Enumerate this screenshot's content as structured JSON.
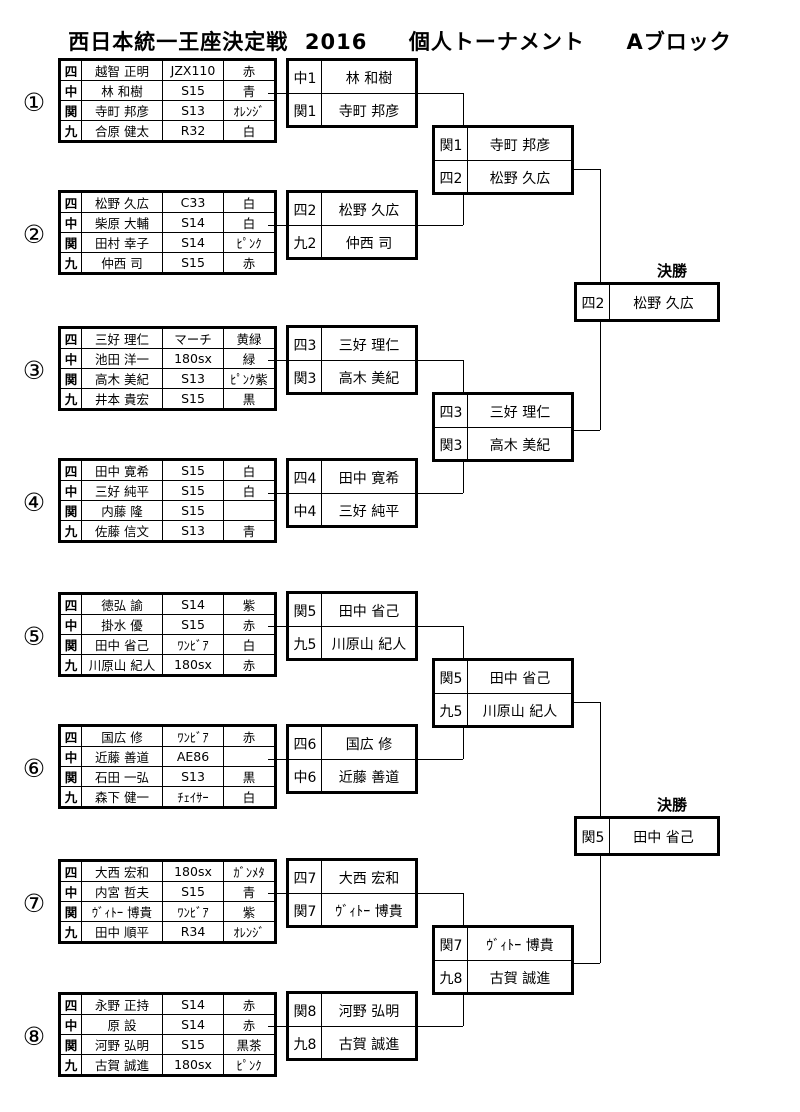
{
  "title": "西日本統一王座決定戦  2016     個人トーナメント     Aブロック",
  "groups": [
    {
      "number": "①",
      "entries": [
        {
          "region": "四",
          "name": "越智 正明",
          "car": "JZX110",
          "color": "赤"
        },
        {
          "region": "中",
          "name": "林 和樹",
          "car": "S15",
          "color": "青"
        },
        {
          "region": "関",
          "name": "寺町 邦彦",
          "car": "S13",
          "color": "ｵﾚﾝｼﾞ"
        },
        {
          "region": "九",
          "name": "合原 健太",
          "car": "R32",
          "color": "白"
        }
      ]
    },
    {
      "number": "②",
      "entries": [
        {
          "region": "四",
          "name": "松野 久広",
          "car": "C33",
          "color": "白"
        },
        {
          "region": "中",
          "name": "柴原 大輔",
          "car": "S14",
          "color": "白"
        },
        {
          "region": "関",
          "name": "田村 幸子",
          "car": "S14",
          "color": "ﾋﾟﾝｸ"
        },
        {
          "region": "九",
          "name": "仲西 司",
          "car": "S15",
          "color": "赤"
        }
      ]
    },
    {
      "number": "③",
      "entries": [
        {
          "region": "四",
          "name": "三好 理仁",
          "car": "マーチ",
          "color": "黄緑"
        },
        {
          "region": "中",
          "name": "池田 洋一",
          "car": "180sx",
          "color": "緑"
        },
        {
          "region": "関",
          "name": "高木 美紀",
          "car": "S13",
          "color": "ﾋﾟﾝｸ紫"
        },
        {
          "region": "九",
          "name": "井本 貴宏",
          "car": "S15",
          "color": "黒"
        }
      ]
    },
    {
      "number": "④",
      "entries": [
        {
          "region": "四",
          "name": "田中 寛希",
          "car": "S15",
          "color": "白"
        },
        {
          "region": "中",
          "name": "三好 純平",
          "car": "S15",
          "color": "白"
        },
        {
          "region": "関",
          "name": "内藤 隆",
          "car": "S15",
          "color": ""
        },
        {
          "region": "九",
          "name": "佐藤 信文",
          "car": "S13",
          "color": "青"
        }
      ]
    },
    {
      "number": "⑤",
      "entries": [
        {
          "region": "四",
          "name": "徳弘 諭",
          "car": "S14",
          "color": "紫"
        },
        {
          "region": "中",
          "name": "掛水 優",
          "car": "S15",
          "color": "赤"
        },
        {
          "region": "関",
          "name": "田中 省己",
          "car": "ﾜﾝﾋﾞｱ",
          "color": "白"
        },
        {
          "region": "九",
          "name": "川原山 紀人",
          "car": "180sx",
          "color": "赤"
        }
      ]
    },
    {
      "number": "⑥",
      "entries": [
        {
          "region": "四",
          "name": "国広 修",
          "car": "ﾜﾝﾋﾞｱ",
          "color": "赤"
        },
        {
          "region": "中",
          "name": "近藤 善道",
          "car": "AE86",
          "color": ""
        },
        {
          "region": "関",
          "name": "石田 一弘",
          "car": "S13",
          "color": "黒"
        },
        {
          "region": "九",
          "name": "森下 健一",
          "car": "ﾁｪｲｻｰ",
          "color": "白"
        }
      ]
    },
    {
      "number": "⑦",
      "entries": [
        {
          "region": "四",
          "name": "大西 宏和",
          "car": "180sx",
          "color": "ｶﾞﾝﾒﾀ"
        },
        {
          "region": "中",
          "name": "内宮 哲夫",
          "car": "S15",
          "color": "青"
        },
        {
          "region": "関",
          "name": "ｳﾞｨﾄｰ 博貴",
          "car": "ﾜﾝﾋﾞｱ",
          "color": "紫"
        },
        {
          "region": "九",
          "name": "田中 順平",
          "car": "R34",
          "color": "ｵﾚﾝｼﾞ"
        }
      ]
    },
    {
      "number": "⑧",
      "entries": [
        {
          "region": "四",
          "name": "永野 正持",
          "car": "S14",
          "color": "赤"
        },
        {
          "region": "中",
          "name": "原 設",
          "car": "S14",
          "color": "赤"
        },
        {
          "region": "関",
          "name": "河野 弘明",
          "car": "S15",
          "color": "黒茶"
        },
        {
          "region": "九",
          "name": "古賀 誠進",
          "car": "180sx",
          "color": "ﾋﾟﾝｸ"
        }
      ]
    }
  ],
  "round1": [
    [
      {
        "seed": "中1",
        "name": "林 和樹"
      },
      {
        "seed": "関1",
        "name": "寺町 邦彦"
      }
    ],
    [
      {
        "seed": "四2",
        "name": "松野 久広"
      },
      {
        "seed": "九2",
        "name": "仲西 司"
      }
    ],
    [
      {
        "seed": "四3",
        "name": "三好 理仁"
      },
      {
        "seed": "関3",
        "name": "高木 美紀"
      }
    ],
    [
      {
        "seed": "四4",
        "name": "田中 寛希"
      },
      {
        "seed": "中4",
        "name": "三好 純平"
      }
    ],
    [
      {
        "seed": "関5",
        "name": "田中 省己"
      },
      {
        "seed": "九5",
        "name": "川原山 紀人"
      }
    ],
    [
      {
        "seed": "四6",
        "name": "国広 修"
      },
      {
        "seed": "中6",
        "name": "近藤 善道"
      }
    ],
    [
      {
        "seed": "四7",
        "name": "大西 宏和"
      },
      {
        "seed": "関7",
        "name": "ｳﾞｨﾄｰ 博貴"
      }
    ],
    [
      {
        "seed": "関8",
        "name": "河野 弘明"
      },
      {
        "seed": "九8",
        "name": "古賀 誠進"
      }
    ]
  ],
  "round2": [
    [
      {
        "seed": "関1",
        "name": "寺町 邦彦"
      },
      {
        "seed": "四2",
        "name": "松野 久広"
      }
    ],
    [
      {
        "seed": "四3",
        "name": "三好 理仁"
      },
      {
        "seed": "関3",
        "name": "高木 美紀"
      }
    ],
    [
      {
        "seed": "関5",
        "name": "田中 省己"
      },
      {
        "seed": "九5",
        "name": "川原山 紀人"
      }
    ],
    [
      {
        "seed": "関7",
        "name": "ｳﾞｨﾄｰ 博貴"
      },
      {
        "seed": "九8",
        "name": "古賀 誠進"
      }
    ]
  ],
  "finals": [
    {
      "label": "決勝",
      "seed": "四2",
      "name": "松野 久広"
    },
    {
      "label": "決勝",
      "seed": "関5",
      "name": "田中 省己"
    }
  ]
}
